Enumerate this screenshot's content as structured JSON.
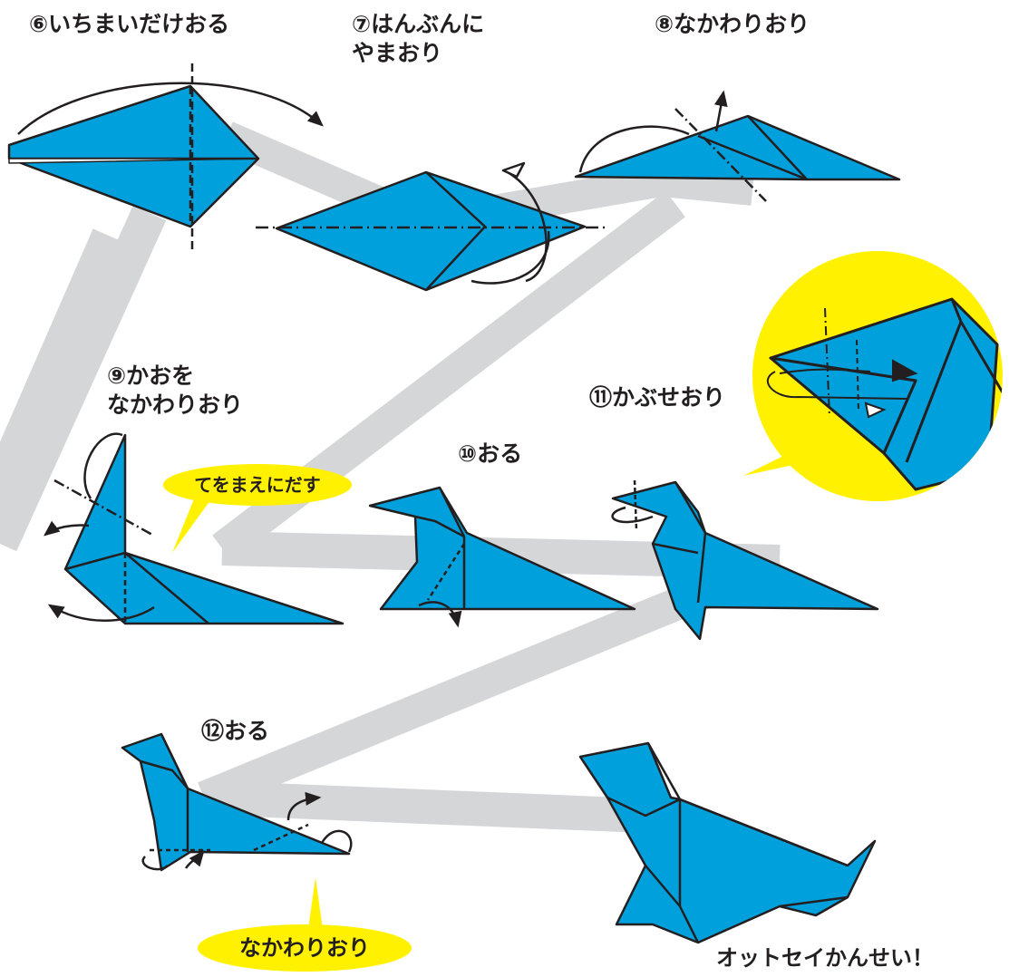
{
  "steps": {
    "s6": "⑥いちまいだけおる",
    "s7_line1": "⑦はんぶんに",
    "s7_line2": "やまおり",
    "s8": "⑧なかわりおり",
    "s9_line1": "⑨かおを",
    "s9_line2": "なかわりおり",
    "s10": "⑩おる",
    "s11": "⑪かぶせおり",
    "s12": "⑫おる"
  },
  "callouts": {
    "arms_forward": "てをまえにだす",
    "inside_reverse_fold": "なかわりおり"
  },
  "final_caption": "オットセイかんせい！",
  "colors": {
    "paper": "#00a0dc",
    "stroke": "#231f20",
    "path": "#d5d6d8",
    "callout": "#fff100",
    "text": "#231f20"
  }
}
